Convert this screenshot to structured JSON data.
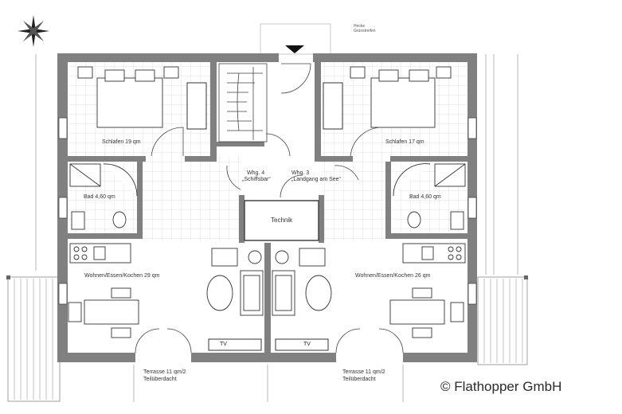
{
  "rooms": {
    "left_bedroom": "Schlafen 19 qm",
    "right_bedroom": "Schlafen 17 qm",
    "left_bath": "Bad 4,60 qm",
    "right_bath": "Bad 4,60 qm",
    "left_living": "Wohnen/Essen/Kochen 29 qm",
    "right_living": "Wohnen/Essen/Kochen 26 qm",
    "technik": "Technik",
    "apartment4_line1": "Whg. 4",
    "apartment4_line2": "„Schiffsbar“",
    "apartment3_line1": "Whg. 3",
    "apartment3_line2": "„Landgang am See“",
    "left_terrace_line1": "Terrasse 11 qm/2",
    "left_terrace_line2": "Teilüberdacht",
    "right_terrace_line1": "Terrasse 11 qm/2",
    "right_terrace_line2": "Teilüberdacht",
    "top_note_line1": "Hecke",
    "top_note_line2": "Grünstreifen"
  },
  "tv_label": "TV",
  "copyright": "© Flathopper GmbH",
  "colors": {
    "wall": "#808080",
    "line": "#333333",
    "grid": "#d6d6d6",
    "paper": "#ffffff"
  }
}
